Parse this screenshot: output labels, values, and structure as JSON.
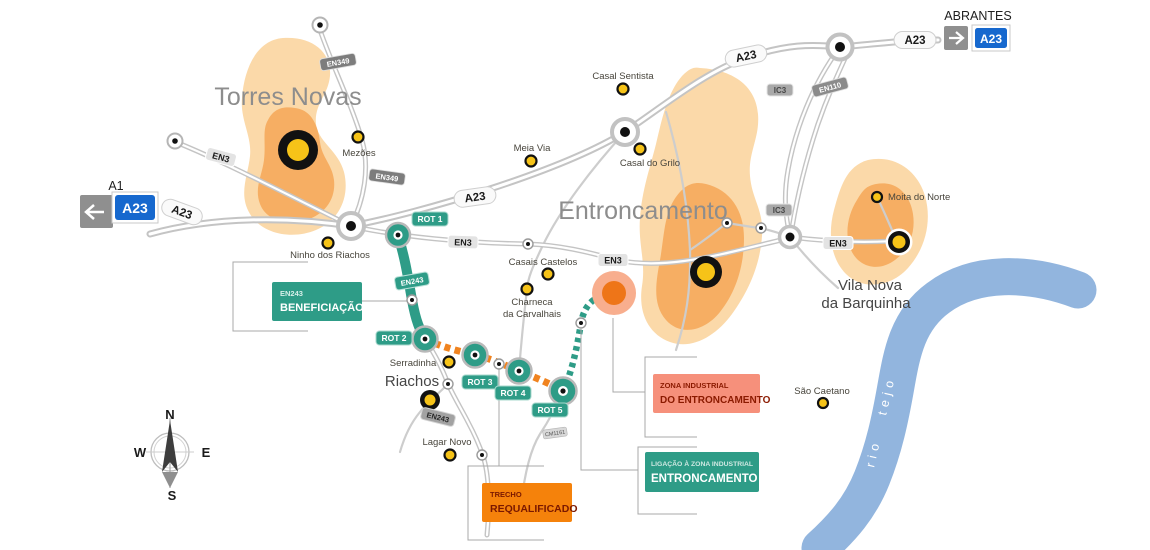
{
  "labels": {
    "cities": {
      "torres_novas": "Torres Novas",
      "entroncamento": "Entroncamento",
      "vnb_line1": "Vila Nova",
      "vnb_line2": "da Barquinha",
      "riachos": "Riachos"
    },
    "towns": {
      "mezoes": "Mezões",
      "casal_sentista": "Casal Sentista",
      "meia_via": "Meia Via",
      "casal_do_grilo": "Casal do Grilo",
      "ninho_dos_riachos": "Ninho dos Riachos",
      "casais_castelos": "Casais Castelos",
      "charneca_line1": "Charneca",
      "charneca_line2": "da Carvalhais",
      "serradinha": "Serradinha",
      "lagar_novo": "Lagar Novo",
      "moita_do_norte": "Moita do Norte",
      "sao_caetano": "São Caetano"
    },
    "roads": {
      "a23": "A23",
      "en3": "EN3",
      "en349": "EN349",
      "en243": "EN243",
      "ic3": "IC3",
      "en110": "EN110",
      "cm1161": "CM1161"
    },
    "rotundas": {
      "rot1": "ROT 1",
      "rot2": "ROT 2",
      "rot3": "ROT 3",
      "rot4": "ROT 4",
      "rot5": "ROT 5"
    },
    "signs": {
      "abrantes": "ABRANTES",
      "a1": "A1",
      "a23_shield": "A23"
    },
    "legend": {
      "beneficiacao_line1": "EN243",
      "beneficiacao_line2": "BENEFICIAÇÃO",
      "trecho_line1": "TRECHO",
      "trecho_line2": "REQUALIFICADO",
      "zona_line1": "ZONA INDUSTRIAL",
      "zona_line2": "DO ENTRONCAMENTO",
      "ligacao_line1": "LIGAÇÃO À ZONA INDUSTRIAL",
      "ligacao_line2": "ENTRONCAMENTO"
    },
    "compass": {
      "n": "N",
      "e": "E",
      "s": "S",
      "w": "W"
    },
    "river": "rio tejo"
  },
  "colors": {
    "teal": "#2E9C87",
    "route_orange": "#F0831F",
    "legend_orange": "#F5820B",
    "legend_salmon": "#F6907B",
    "legend_text_dark": "#7A1800",
    "blob_outer": "#FBD9A9",
    "blob_inner": "#F6AE63",
    "river_blue": "#92B5DE",
    "sign_blue": "#1668CE",
    "town_yellow": "#F6C318",
    "road_gray": "#C4C4C4"
  }
}
